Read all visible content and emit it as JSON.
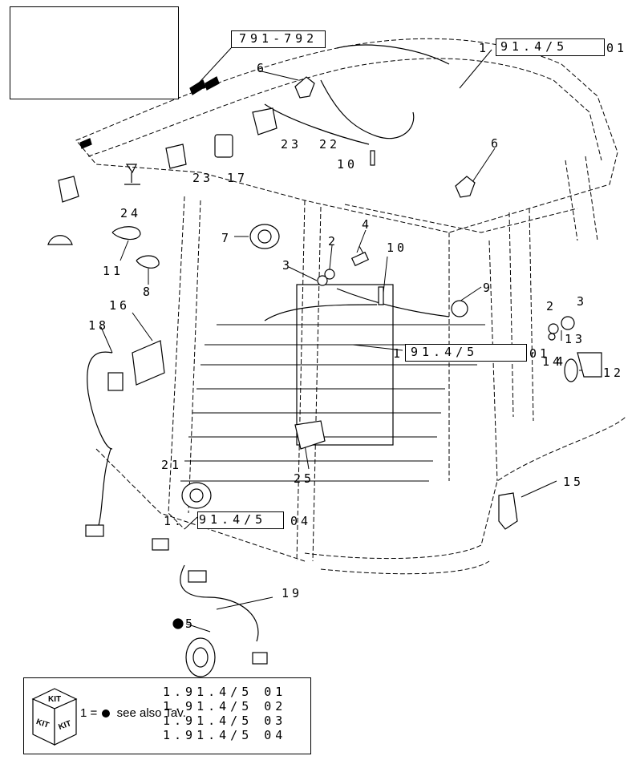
{
  "references": {
    "top_left": "791-792",
    "top_right_prefix": "1",
    "top_right_boxed": "91.4/5",
    "top_right_suffix": "01",
    "middle_prefix": "1.",
    "middle_boxed": "91.4/5",
    "middle_suffix": "01",
    "middle_suffix2": "4",
    "lower_prefix": "1.",
    "lower_boxed": "91.4/5",
    "lower_suffix": "04"
  },
  "callouts": {
    "c1": "1",
    "c2a": "2",
    "c2b": "2",
    "c3a": "3",
    "c3b": "3",
    "c4": "4",
    "c5": "5",
    "c6a": "6",
    "c6b": "6",
    "c7": "7",
    "c8": "8",
    "c9": "9",
    "c10a": "10",
    "c10b": "10",
    "c11": "11",
    "c12": "12",
    "c13": "13",
    "c14": "14",
    "c15": "15",
    "c16": "16",
    "c17": "17",
    "c18": "18",
    "c19": "19",
    "c21": "21",
    "c22": "22",
    "c23a": "23",
    "c23b": "23",
    "c24": "24",
    "c25": "25"
  },
  "legend": {
    "kit_label": "KIT",
    "equation": "1 =",
    "see_also": "see also Tav.",
    "refs": [
      "1.91.4/5 01",
      "1.91.4/5 02",
      "1.91.4/5 03",
      "1.91.4/5 04"
    ]
  }
}
